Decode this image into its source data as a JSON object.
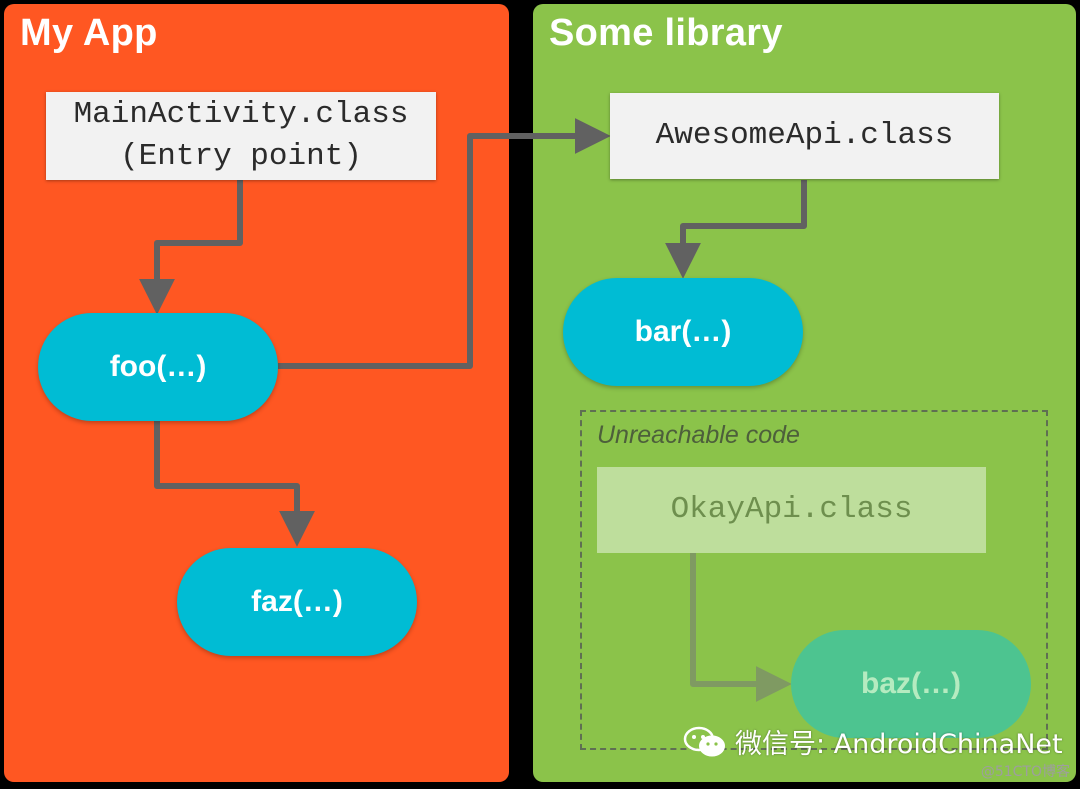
{
  "panels": {
    "app": {
      "title": "My App"
    },
    "library": {
      "title": "Some library"
    }
  },
  "nodes": {
    "main_activity": {
      "line1": "MainActivity.class",
      "line2": "(Entry point)"
    },
    "awesome_api": {
      "label": "AwesomeApi.class"
    },
    "foo": {
      "label": "foo(…)"
    },
    "bar": {
      "label": "bar(…)"
    },
    "faz": {
      "label": "faz(…)"
    },
    "okay_api": {
      "label": "OkayApi.class"
    },
    "baz": {
      "label": "baz(…)"
    }
  },
  "unreachable": {
    "label": "Unreachable code"
  },
  "watermark": {
    "text": "微信号: AndroidChinaNet",
    "small": "@51CTO博客"
  },
  "colors": {
    "app_panel": "#FF5722",
    "library_panel": "#8BC34A",
    "node_pill": "#00BCD4",
    "class_box": "#F2F2F2",
    "edge": "#616161"
  }
}
